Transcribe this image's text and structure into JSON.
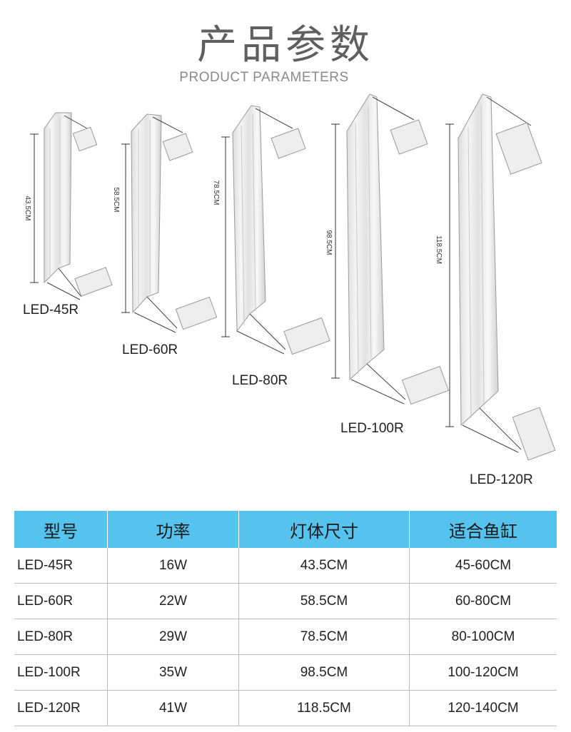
{
  "header": {
    "title": "产品参数",
    "subtitle": "PRODUCT PARAMETERS"
  },
  "figures": [
    {
      "model": "LED-45R",
      "dimension": "43.5CM"
    },
    {
      "model": "LED-60R",
      "dimension": "58.5CM"
    },
    {
      "model": "LED-80R",
      "dimension": "78.5CM"
    },
    {
      "model": "LED-100R",
      "dimension": "98.5CM"
    },
    {
      "model": "LED-120R",
      "dimension": "118.5CM"
    }
  ],
  "table": {
    "headers": [
      "型号",
      "功率",
      "灯体尺寸",
      "适合鱼缸"
    ],
    "rows": [
      [
        "LED-45R",
        "16W",
        "43.5CM",
        "45-60CM"
      ],
      [
        "LED-60R",
        "22W",
        "58.5CM",
        "60-80CM"
      ],
      [
        "LED-80R",
        "29W",
        "78.5CM",
        "80-100CM"
      ],
      [
        "LED-100R",
        "35W",
        "98.5CM",
        "100-120CM"
      ],
      [
        "LED-120R",
        "41W",
        "118.5CM",
        "120-140CM"
      ]
    ]
  },
  "colors": {
    "header_bg": "#55c3ee",
    "title": "#5f5f5f",
    "grid": "#bcbcbc"
  }
}
